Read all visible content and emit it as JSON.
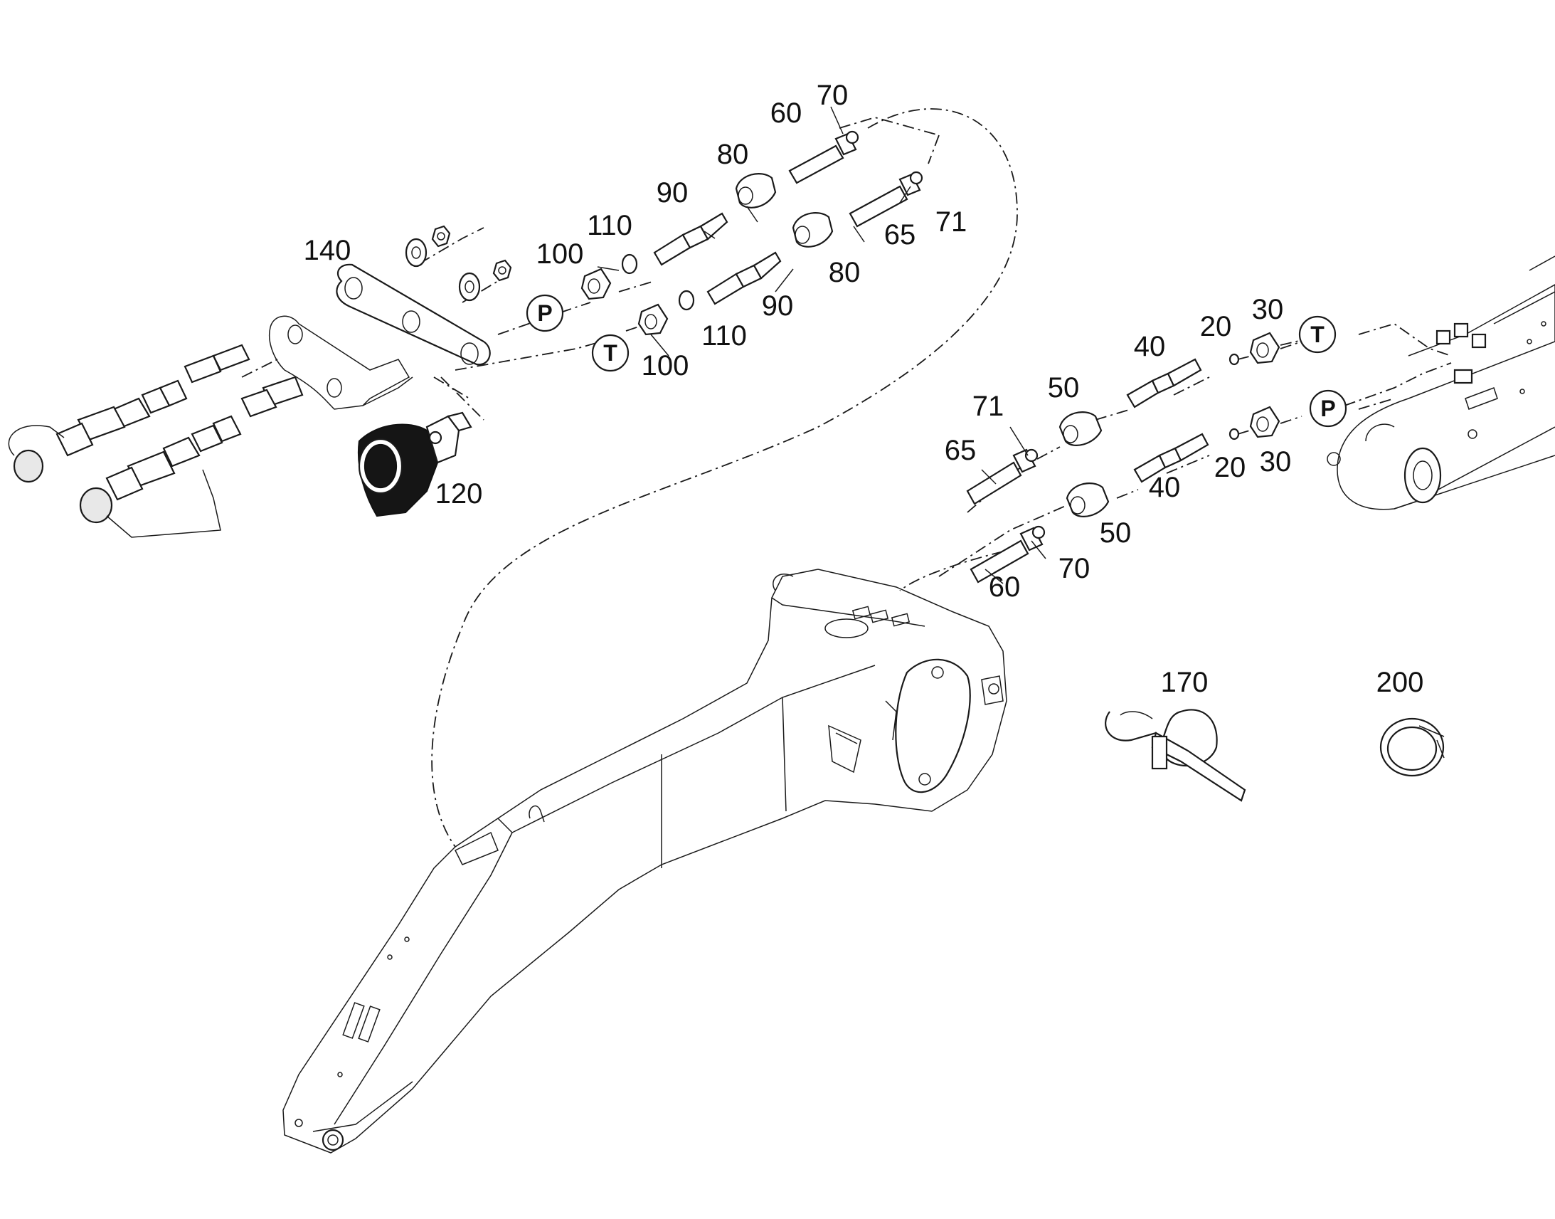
{
  "diagram": {
    "type": "exploded-parts-diagram",
    "callouts": {
      "c_20a": "20",
      "c_20b": "20",
      "c_30a": "30",
      "c_30b": "30",
      "c_40a": "40",
      "c_40b": "40",
      "c_50a": "50",
      "c_50b": "50",
      "c_60a": "60",
      "c_60b": "60",
      "c_65a": "65",
      "c_65b": "65",
      "c_70a": "70",
      "c_70b": "70",
      "c_71a": "71",
      "c_71b": "71",
      "c_80a": "80",
      "c_80b": "80",
      "c_90a": "90",
      "c_90b": "90",
      "c_100a": "100",
      "c_100b": "100",
      "c_110a": "110",
      "c_110b": "110",
      "c_120": "120",
      "c_140": "140",
      "c_170": "170",
      "c_200": "200"
    },
    "ports": {
      "p_left": "P",
      "t_left": "T",
      "t_right": "T",
      "p_right": "P"
    }
  }
}
